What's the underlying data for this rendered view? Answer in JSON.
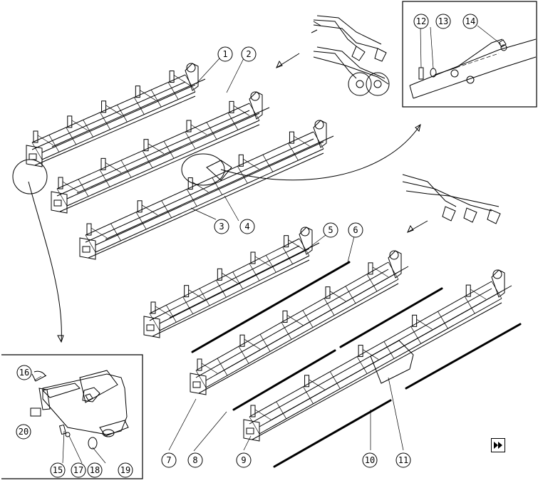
{
  "callouts": [
    {
      "n": "1"
    },
    {
      "n": "2"
    },
    {
      "n": "3"
    },
    {
      "n": "4"
    },
    {
      "n": "5"
    },
    {
      "n": "6"
    },
    {
      "n": "7"
    },
    {
      "n": "8"
    },
    {
      "n": "9"
    },
    {
      "n": "10"
    },
    {
      "n": "11"
    },
    {
      "n": "12"
    },
    {
      "n": "13"
    },
    {
      "n": "14"
    },
    {
      "n": "15"
    },
    {
      "n": "16"
    },
    {
      "n": "17"
    },
    {
      "n": "18"
    },
    {
      "n": "19"
    },
    {
      "n": "20"
    }
  ],
  "icons": {
    "next": "fast-forward-icon"
  }
}
